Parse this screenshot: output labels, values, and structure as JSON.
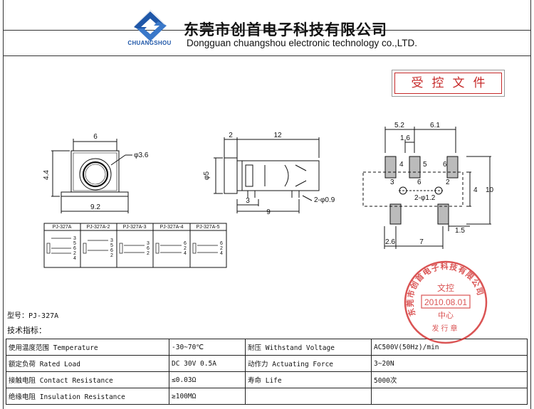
{
  "header": {
    "logo_name": "CHUANGSHOU",
    "company_cn": "东莞市创首电子科技有限公司",
    "company_en": "Dongguan chuangshou electronic technology co.,LTD."
  },
  "controlled_doc_label": "受控文件",
  "front_view": {
    "dia": "φ3.6",
    "width": "6",
    "height": "4.4",
    "base": "9.2"
  },
  "side_view": {
    "top": "2",
    "length": "12",
    "dia": "φ5",
    "d3": "3",
    "d9": "9",
    "pin": "2-φ0.9"
  },
  "footprint": {
    "d52": "5.2",
    "d61": "6.1",
    "d16": "1.6",
    "d4": "4",
    "d10": "10",
    "d26": "2.6",
    "d7": "7",
    "d15": "1.5",
    "hole": "2-φ1.2",
    "pads": [
      "4",
      "5",
      "6",
      "3",
      "6",
      "2"
    ]
  },
  "variants": [
    "PJ-327A",
    "PJ-327A-2",
    "PJ-327A-3",
    "PJ-327A-4",
    "PJ-327A-5"
  ],
  "variant_pins": [
    [
      "3",
      "5",
      "6",
      "2",
      "4"
    ],
    [
      "3",
      "5",
      "6",
      "2"
    ],
    [
      "3",
      "6",
      "2"
    ],
    [
      "6",
      "2",
      "4"
    ],
    [
      "6",
      "2",
      "4"
    ]
  ],
  "model_line": "型号：PJ-327A",
  "tech_title": "技术指标：",
  "specs": [
    [
      "使用温度范围 Temperature",
      "-30~70℃",
      "耐压 Withstand Voltage",
      "AC500V(50Hz)/min"
    ],
    [
      "额定负荷 Rated Load",
      "DC 30V 0.5A",
      "动作力 Actuating Force",
      "3~20N"
    ],
    [
      "接触电阻 Contact Resistance",
      "≤0.03Ω",
      "寿命 Life",
      "5000次"
    ],
    [
      "绝缘电阻 Insulation Resistance",
      "≥100MΩ",
      "",
      ""
    ]
  ],
  "stamp": {
    "ring": "东莞市创首电子科技有限公司",
    "title": "文控",
    "date": "2010.08.01",
    "center": "中心",
    "footer": "发行章"
  },
  "colors": {
    "brand_blue": "#1f57a8",
    "stamp_red": "#d32f2f"
  }
}
